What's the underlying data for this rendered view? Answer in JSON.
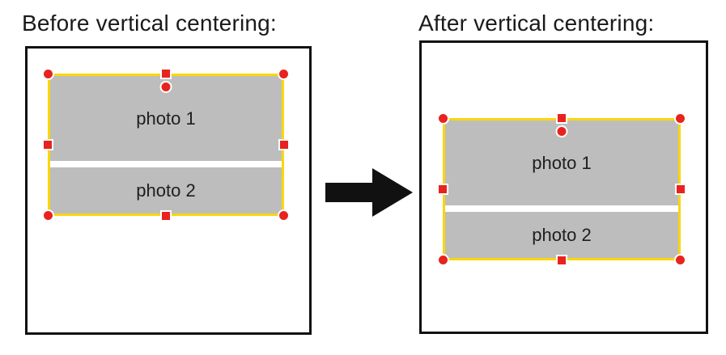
{
  "figure": {
    "before": {
      "title": "Before vertical centering:",
      "photos": {
        "photo1": "photo 1",
        "photo2": "photo 2"
      }
    },
    "after": {
      "title": "After vertical centering:",
      "photos": {
        "photo1": "photo 1",
        "photo2": "photo 2"
      }
    },
    "arrow_icon": "right-arrow",
    "colors": {
      "selection-yellow": "#F8D70E",
      "handle-red": "#E8231F",
      "photo-gray": "#BDBDBD",
      "canvas-border": "#111111",
      "arrow-black": "#111111",
      "title-text": "#1A1A1A"
    }
  }
}
